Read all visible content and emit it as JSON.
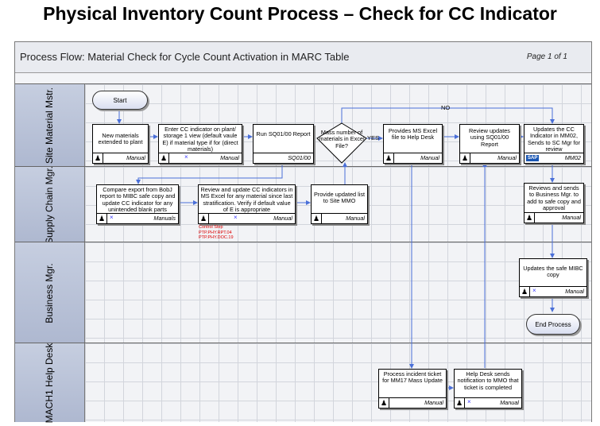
{
  "title": "Physical Inventory Count Process – Check for CC Indicator",
  "header": {
    "flow_title": "Process Flow: Material Check for Cycle Count Activation in MARC Table",
    "page": "Page 1 of 1"
  },
  "lanes": [
    "Site Material Mstr.",
    "Supply Chain Mgr.",
    "Business Mgr.",
    "MACH1 Help Desk"
  ],
  "terminators": {
    "start": "Start",
    "end": "End Process"
  },
  "steps": {
    "new_materials": {
      "text": "New materials extended to plant",
      "type": "Manual"
    },
    "enter_cc": {
      "text": "Enter CC indicator on plant/ storage 1 view (default vaule E) if material type if for (direct materials)",
      "type": "Manual"
    },
    "run_report": {
      "text": "Run SQ01/00 Report",
      "type": "SQ01/00"
    },
    "provides_excel": {
      "text": "Provides MS Excel file to Help Desk",
      "type": "Manual"
    },
    "review_updates": {
      "text": "Review updates using SQ01/00 Report",
      "type": "Manual"
    },
    "updates_cc": {
      "text": "Updates the CC Indicator in MM02, Sends to SC Mgr for review",
      "type": "MM02"
    },
    "compare_export": {
      "text": "Compare export from BobJ report to MIBC safe copy and update CC indicator for any unintended blank parts",
      "type": "Manuals"
    },
    "review_update_cc": {
      "text": "Review and update CC indicators in MS Excel for any material since last stratification.  Verify if default value of E is appropriate",
      "type": "Manual"
    },
    "provide_list": {
      "text": "Provide updated list to Site MMO",
      "type": "Manual"
    },
    "reviews_sends": {
      "text": "Reviews and sends to Business Mgr. to add to safe copy and approval",
      "type": "Manual"
    },
    "updates_safe": {
      "text": "Updates the safe MIBC copy",
      "type": "Manual"
    },
    "process_incident": {
      "text": "Process incident ticket for MM17 Mass Update",
      "type": "Manual"
    },
    "help_desk_sends": {
      "text": "Help Desk sends notification to MMO that ticket is completed",
      "type": "Manual"
    }
  },
  "decision": {
    "text": "Mass number of materials in Excel File?",
    "yes": "YES",
    "no": "NO"
  },
  "control_step": {
    "title": "Control Step",
    "codes": [
      "PTP.PHY.RPT.04",
      "PTP.PHY.DOC.19"
    ]
  },
  "icons": {
    "person": "person-icon",
    "cross": "cross-icon",
    "sap": "SAP"
  },
  "colors": {
    "lane_label": "#aeb8d0",
    "connector": "#4a6fd8",
    "control": "#dd0000"
  }
}
